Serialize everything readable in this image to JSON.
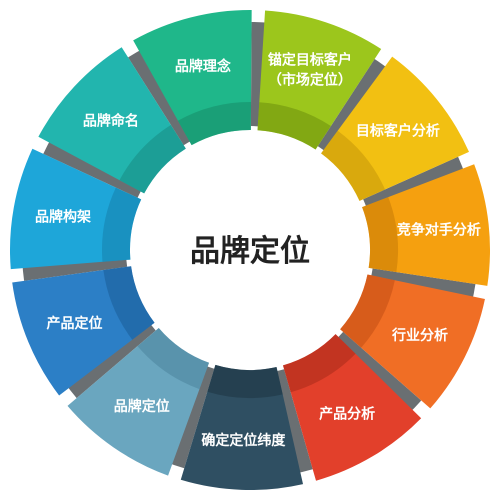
{
  "center": {
    "title": "品牌定位"
  },
  "segments": [
    {
      "label_lines": [
        "锚定目标客户",
        "（市场定位）"
      ],
      "color": "#9cc61c",
      "dark": "#6e8f0d"
    },
    {
      "label_lines": [
        "目标客户分析"
      ],
      "color": "#f2c012",
      "dark": "#c4960a"
    },
    {
      "label_lines": [
        "竞争对手分析"
      ],
      "color": "#f5a00f",
      "dark": "#c47a08"
    },
    {
      "label_lines": [
        "行业分析"
      ],
      "color": "#f06e25",
      "dark": "#c24e14"
    },
    {
      "label_lines": [
        "产品分析"
      ],
      "color": "#e2402b",
      "dark": "#a82a1a"
    },
    {
      "label_lines": [
        "确定定位纬度"
      ],
      "color": "#2f4f62",
      "dark": "#1e3442"
    },
    {
      "label_lines": [
        "品牌定位"
      ],
      "color": "#6aa6bf",
      "dark": "#4a839c"
    },
    {
      "label_lines": [
        "产品定位"
      ],
      "color": "#2c7fc6",
      "dark": "#1c5d97"
    },
    {
      "label_lines": [
        "品牌构架"
      ],
      "color": "#1ea6d9",
      "dark": "#157fab"
    },
    {
      "label_lines": [
        "品牌命名"
      ],
      "color": "#22b5ae",
      "dark": "#178a84"
    },
    {
      "label_lines": [
        "品牌理念"
      ],
      "color": "#1fb78a",
      "dark": "#158c68"
    }
  ]
}
